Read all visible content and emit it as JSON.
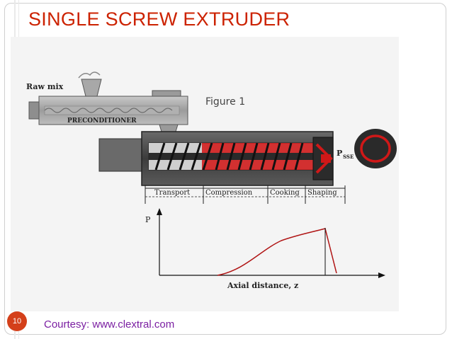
{
  "slide": {
    "title": "SINGLE SCREW EXTRUDER",
    "courtesy": "Courtesy: www.clextral.com",
    "page_number": "10"
  },
  "figure": {
    "raw_mix_label": "Raw mix",
    "preconditioner_label": "PRECONDITIONER",
    "caption": "Figure 1",
    "die_pressure_label": "P",
    "die_pressure_subscript": "SSE",
    "zones": [
      "Transport",
      "Compression",
      "Cooking",
      "Shaping"
    ],
    "graph_y_label": "P",
    "graph_x_label": "Axial distance, z"
  },
  "colors": {
    "title": "#cc2200",
    "courtesy": "#7b1fa2",
    "page_badge": "#d4401a",
    "accent_red": "#d01818"
  }
}
